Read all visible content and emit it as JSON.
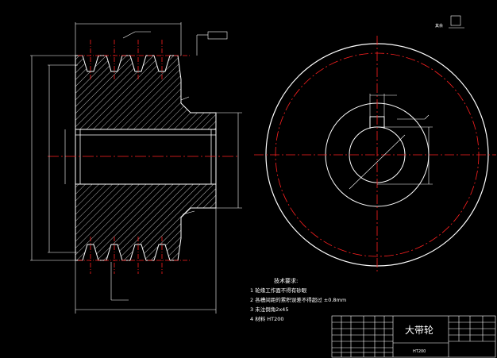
{
  "drawing": {
    "title": "大带轮",
    "material_code": "HT200",
    "requirements_heading": "技术要求:",
    "requirements": [
      "1 轮缘工作面不得有砂眼",
      "2 各槽间距的累积误差不得超过 ±0.8mm",
      "3 未注倒角2x45",
      "4 材料  HT200"
    ],
    "roughness_note": "其余"
  },
  "colors": {
    "background": "#000000",
    "outline": "#ffffff",
    "centerline": "#ff2020",
    "dimension": "#ffffff",
    "hatch": "#ffffff"
  }
}
